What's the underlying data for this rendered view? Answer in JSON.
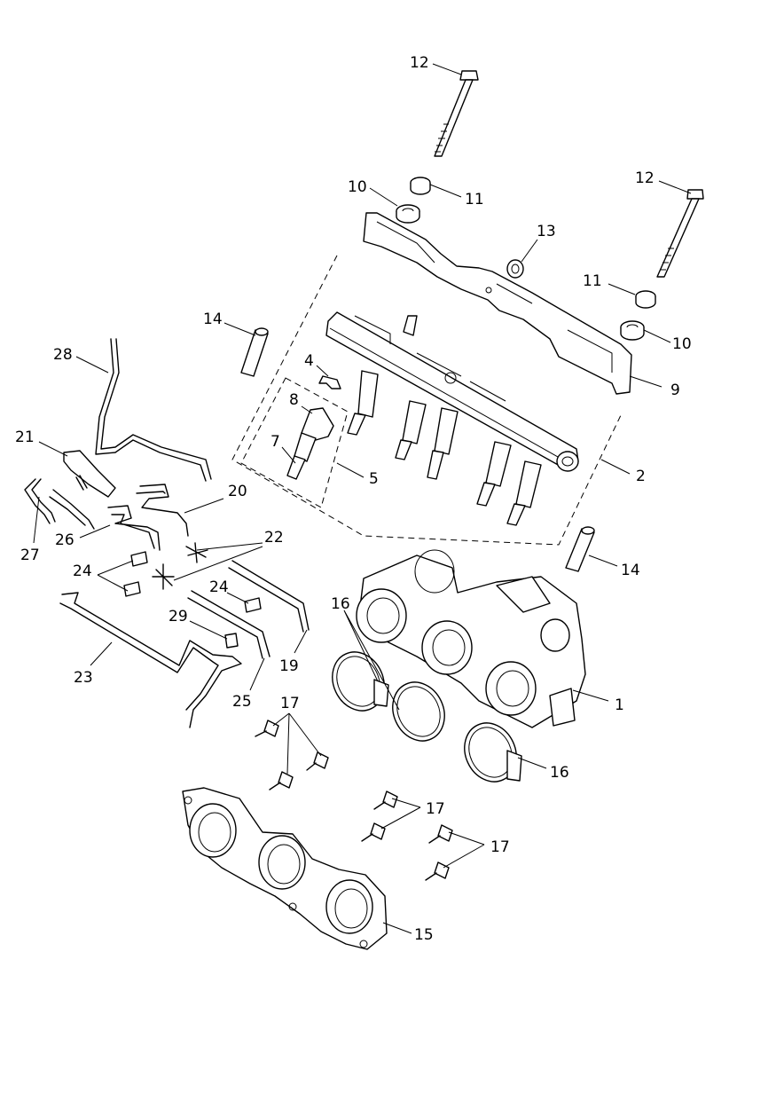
{
  "callouts": [
    {
      "id": "c1",
      "label": "1"
    },
    {
      "id": "c2",
      "label": "2"
    },
    {
      "id": "c4",
      "label": "4"
    },
    {
      "id": "c5",
      "label": "5"
    },
    {
      "id": "c7",
      "label": "7"
    },
    {
      "id": "c8",
      "label": "8"
    },
    {
      "id": "c9",
      "label": "9"
    },
    {
      "id": "c10a",
      "label": "10"
    },
    {
      "id": "c10b",
      "label": "10"
    },
    {
      "id": "c11a",
      "label": "11"
    },
    {
      "id": "c11b",
      "label": "11"
    },
    {
      "id": "c12a",
      "label": "12"
    },
    {
      "id": "c12b",
      "label": "12"
    },
    {
      "id": "c13",
      "label": "13"
    },
    {
      "id": "c14a",
      "label": "14"
    },
    {
      "id": "c14b",
      "label": "14"
    },
    {
      "id": "c15",
      "label": "15"
    },
    {
      "id": "c16a",
      "label": "16"
    },
    {
      "id": "c16b",
      "label": "16"
    },
    {
      "id": "c17a",
      "label": "17"
    },
    {
      "id": "c17b",
      "label": "17"
    },
    {
      "id": "c17c",
      "label": "17"
    },
    {
      "id": "c19",
      "label": "19"
    },
    {
      "id": "c20",
      "label": "20"
    },
    {
      "id": "c21",
      "label": "21"
    },
    {
      "id": "c22",
      "label": "22"
    },
    {
      "id": "c23",
      "label": "23"
    },
    {
      "id": "c24a",
      "label": "24"
    },
    {
      "id": "c24b",
      "label": "24"
    },
    {
      "id": "c25",
      "label": "25"
    },
    {
      "id": "c26",
      "label": "26"
    },
    {
      "id": "c27",
      "label": "27"
    },
    {
      "id": "c28",
      "label": "28"
    },
    {
      "id": "c29",
      "label": "29"
    }
  ]
}
